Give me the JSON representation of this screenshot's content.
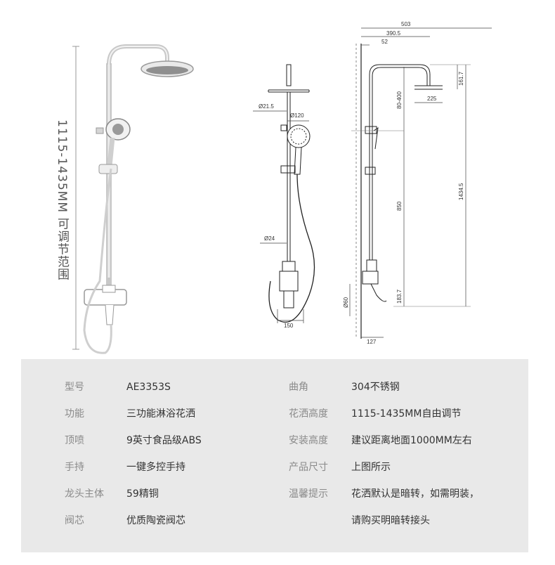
{
  "drawing": {
    "height_range_label": "1115-1435MM 可调节范围",
    "dims": {
      "d503": "503",
      "d390": "390.5",
      "d52": "52",
      "d161": "161.7",
      "d80400": "80-400",
      "d225": "225",
      "d850": "850",
      "d14345": "1434.5",
      "d1837": "183.7",
      "d60": "Ø60",
      "d127": "127",
      "d215": "Ø21.5",
      "d120": "Ø120",
      "d24": "Ø24",
      "d150": "150"
    }
  },
  "specs": {
    "rows": [
      {
        "l1": "型号",
        "v1": "AE3353S",
        "l2": "曲角",
        "v2": "304不锈钢"
      },
      {
        "l1": "功能",
        "v1": "三功能淋浴花洒",
        "l2": "花洒高度",
        "v2": "1115-1435MM自由调节"
      },
      {
        "l1": "顶喷",
        "v1": "9英寸食品级ABS",
        "l2": "安装高度",
        "v2": "建议距离地面1000MM左右"
      },
      {
        "l1": "手持",
        "v1": "一键多控手持",
        "l2": "产品尺寸",
        "v2": "上图所示"
      },
      {
        "l1": "龙头主体",
        "v1": "59精铜",
        "l2": "温馨提示",
        "v2": "花洒默认是暗转，如需明装，"
      },
      {
        "l1": "阀芯",
        "v1": "优质陶瓷阀芯",
        "l2": "",
        "v2": "请购买明暗转接头"
      }
    ]
  }
}
